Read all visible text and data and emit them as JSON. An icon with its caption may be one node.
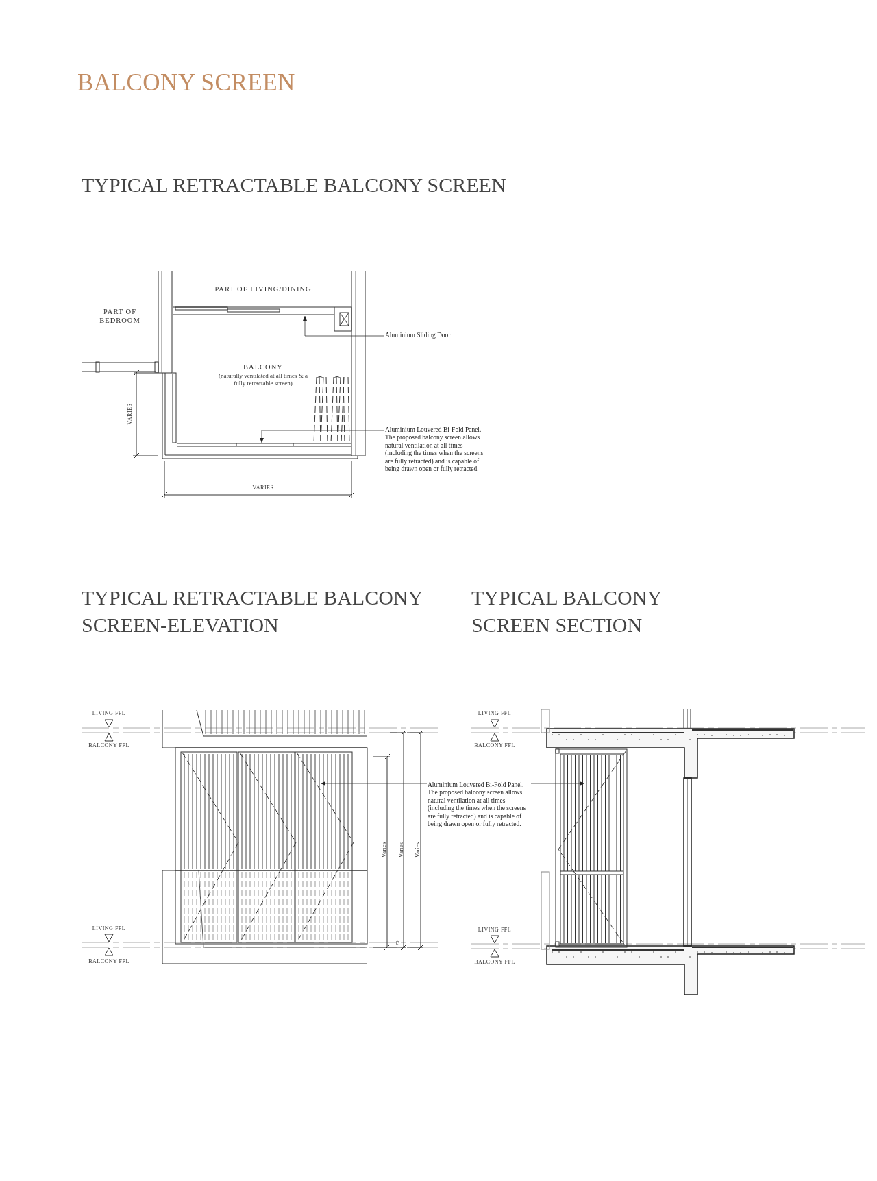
{
  "diagram": {
    "title": "BALCONY SCREEN",
    "nodes": [
      {
        "text": [
          "Aluminium Sliding Door"
        ]
      },
      {
        "text": [],
        "shape": "picture"
      },
      {
        "text": [
          "Aluminium Louvered Bi-Fold Panel. The proposed balcony screen allows natural ventilation at all times (including the times when the screens are fully retracted) and is capable of being drawn open or fully retracted."
        ]
      },
      {
        "text": [],
        "shape": "picture"
      },
      {
        "text": [
          "Aluminium Louvered Bi-Fold Panel. The proposed balcony screen allows natural ventilation at all times (including the times when the screens are fully retracted) and is capable of being drawn open or fully retracted."
        ]
      },
      {
        "text": [],
        "shape": "picture"
      },
      {
        "text": [],
        "shape": "picture"
      }
    ],
    "edges": [
      {
        "from": 0,
        "to": 1,
        "arrow": "to"
      },
      {
        "from": 2,
        "to": 3,
        "arrow": "to"
      },
      {
        "from": 4,
        "to": 5,
        "arrow": "to"
      },
      {
        "from": 4,
        "to": 6,
        "arrow": "to"
      }
    ],
    "labels": [
      "TYPICAL RETRACTABLE BALCONY SCREEN",
      "PART OF LIVING/DINING",
      "PART OF BEDROOM",
      "BALCONY",
      "(naturally ventilated at all times & a fully retractable screen)",
      "VARIES",
      "VARIES",
      "TYPICAL RETRACTABLE BALCONY SCREEN-ELEVATION",
      "TYPICAL BALCONY SCREEN SECTION",
      "LIVING FFL",
      "BALCONY FFL",
      "LIVING FFL",
      "BALCONY FFL",
      "Varies",
      "Varies",
      "Varies",
      "75",
      "LIVING FFL",
      "BALCONY FFL",
      "LIVING FFL",
      "BALCONY FFL"
    ]
  }
}
